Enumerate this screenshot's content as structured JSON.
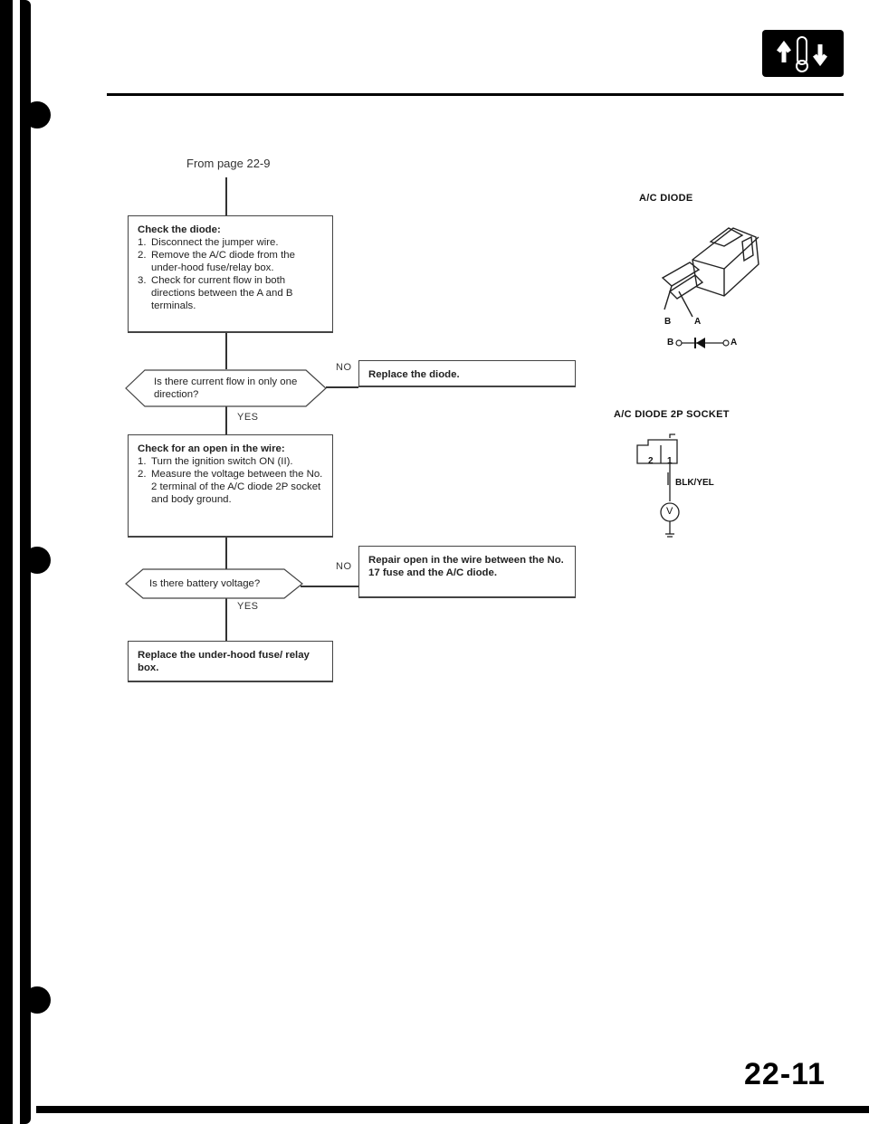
{
  "from_page": "From page 22-9",
  "flowchart": {
    "step1": {
      "title": "Check the diode:",
      "items": [
        {
          "n": "1.",
          "text": "Disconnect the jumper wire."
        },
        {
          "n": "2.",
          "text": "Remove the A/C diode from the under-hood fuse/relay box."
        },
        {
          "n": "3.",
          "text": "Check for current flow in both directions between the A and B terminals."
        }
      ]
    },
    "q1": {
      "text": "Is there current flow in only one direction?",
      "no_label": "NO",
      "yes_label": "YES"
    },
    "action1": "Replace the diode.",
    "step2": {
      "title": "Check for an open in the wire:",
      "items": [
        {
          "n": "1.",
          "text": "Turn the ignition switch ON (II)."
        },
        {
          "n": "2.",
          "text": "Measure the voltage between the No. 2 terminal of the A/C diode 2P socket and body ground."
        }
      ]
    },
    "q2": {
      "text": "Is there battery voltage?",
      "no_label": "NO",
      "yes_label": "YES"
    },
    "action2": "Repair open in the wire between the No. 17 fuse and the A/C diode.",
    "action3": "Replace the under-hood fuse/ relay box."
  },
  "diagram_diode": {
    "title": "A/C DIODE",
    "terminal_b": "B",
    "terminal_a": "A",
    "symbol_b": "B",
    "symbol_a": "A"
  },
  "diagram_socket": {
    "title": "A/C DIODE 2P SOCKET",
    "pin_2": "2",
    "pin_1": "1",
    "wire_color": "BLK/YEL",
    "meter_symbol": "V"
  },
  "page_number": "22-11"
}
